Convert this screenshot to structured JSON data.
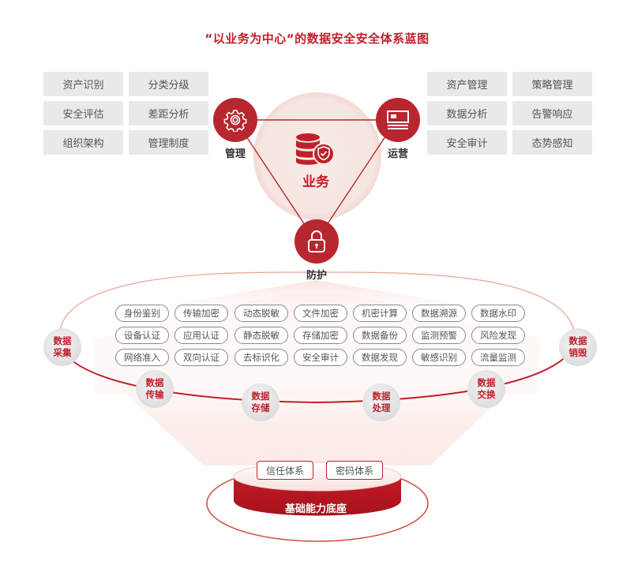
{
  "title": "“以业务为中心“的数据安全安全体系蓝图",
  "colors": {
    "accent": "#b8262f",
    "text_red": "#c0202a",
    "box_grey": "#e9e9ea"
  },
  "management": {
    "label": "管理",
    "icon": "gear-icon",
    "items": [
      "资产识别",
      "分类分级",
      "安全评估",
      "差距分析",
      "组织架构",
      "管理制度"
    ]
  },
  "operations": {
    "label": "运营",
    "icon": "monitor-icon",
    "items": [
      "资产管理",
      "策略管理",
      "数据分析",
      "告警响应",
      "安全审计",
      "态势感知"
    ]
  },
  "business": {
    "label": "业务",
    "icon": "database-shield-icon"
  },
  "protection": {
    "label": "防护",
    "icon": "lock-icon"
  },
  "capabilities": [
    [
      "身份鉴别",
      "传输加密",
      "动态脱敏",
      "文件加密",
      "机密计算",
      "数据溯源",
      "数据水印"
    ],
    [
      "设备认证",
      "应用认证",
      "静态脱敏",
      "存储加密",
      "数据备份",
      "监测预警",
      "风险发现"
    ],
    [
      "网络准入",
      "双向认证",
      "去标识化",
      "安全审计",
      "数据发现",
      "敏感识别",
      "流量监测"
    ]
  ],
  "lifecycle": [
    {
      "line1": "数据",
      "line2": "采集"
    },
    {
      "line1": "数据",
      "line2": "传输"
    },
    {
      "line1": "数据",
      "line2": "存储"
    },
    {
      "line1": "数据",
      "line2": "处理"
    },
    {
      "line1": "数据",
      "line2": "交换"
    },
    {
      "line1": "数据",
      "line2": "销毁"
    }
  ],
  "foundation": {
    "label": "基础能力底座",
    "items": [
      "信任体系",
      "密码体系"
    ]
  }
}
